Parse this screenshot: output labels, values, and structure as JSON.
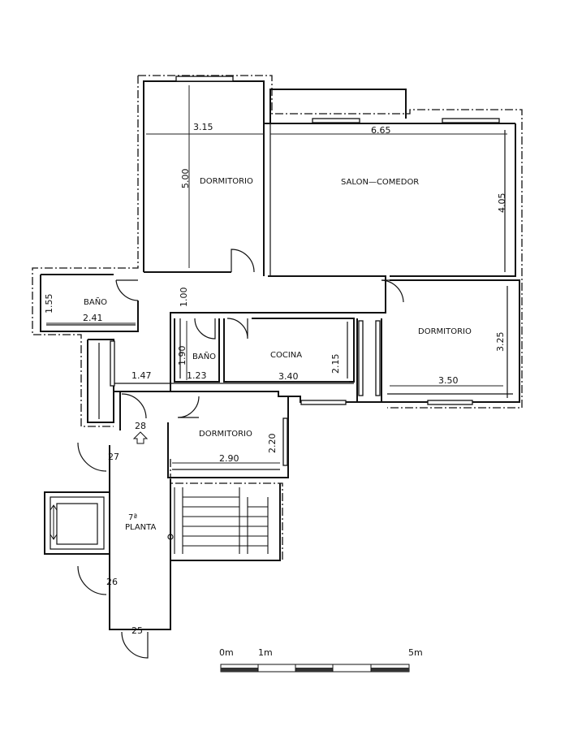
{
  "rooms": {
    "dormitorio_1": "DORMITORIO",
    "salon_comedor": "SALON—COMEDOR",
    "bano_1": "BAÑO",
    "bano_2": "BAÑO",
    "cocina": "COCINA",
    "dormitorio_2": "DORMITORIO",
    "dormitorio_3": "DORMITORIO",
    "planta_num": "7ª",
    "planta": "PLANTA"
  },
  "dimensions": {
    "d_315": "3.15",
    "d_665": "6.65",
    "d_500": "5.00",
    "d_405": "4.05",
    "d_155": "1.55",
    "d_241": "2.41",
    "d_100": "1.00",
    "d_190": "1.90",
    "d_123": "1.23",
    "d_147": "1.47",
    "d_340": "3.40",
    "d_215": "2.15",
    "d_325": "3.25",
    "d_350": "3.50",
    "d_220": "2.20",
    "d_290": "2.90"
  },
  "landing_numbers": {
    "n28": "28",
    "n27": "27",
    "n26": "26",
    "n25": "25"
  },
  "scale_bar": {
    "label_0": "0m",
    "label_1": "1m",
    "label_5": "5m"
  }
}
